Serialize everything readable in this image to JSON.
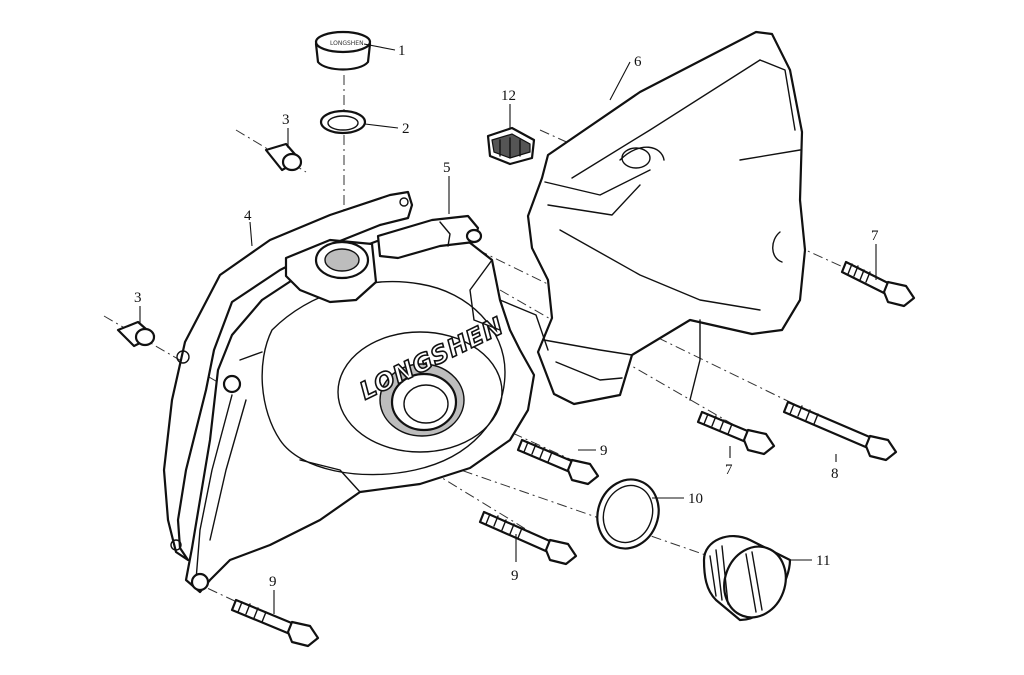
{
  "diagram": {
    "brand_text": "LONGSHEN",
    "cap_mark": "LONGSHEN",
    "callouts": [
      {
        "id": "c1",
        "label": "1"
      },
      {
        "id": "c2",
        "label": "2"
      },
      {
        "id": "c3a",
        "label": "3"
      },
      {
        "id": "c3b",
        "label": "3"
      },
      {
        "id": "c4",
        "label": "4"
      },
      {
        "id": "c5",
        "label": "5"
      },
      {
        "id": "c6",
        "label": "6"
      },
      {
        "id": "c7a",
        "label": "7"
      },
      {
        "id": "c7b",
        "label": "7"
      },
      {
        "id": "c8",
        "label": "8"
      },
      {
        "id": "c9a",
        "label": "9"
      },
      {
        "id": "c9b",
        "label": "9"
      },
      {
        "id": "c9c",
        "label": "9"
      },
      {
        "id": "c10",
        "label": "10"
      },
      {
        "id": "c11",
        "label": "11"
      },
      {
        "id": "c12",
        "label": "12"
      }
    ]
  }
}
